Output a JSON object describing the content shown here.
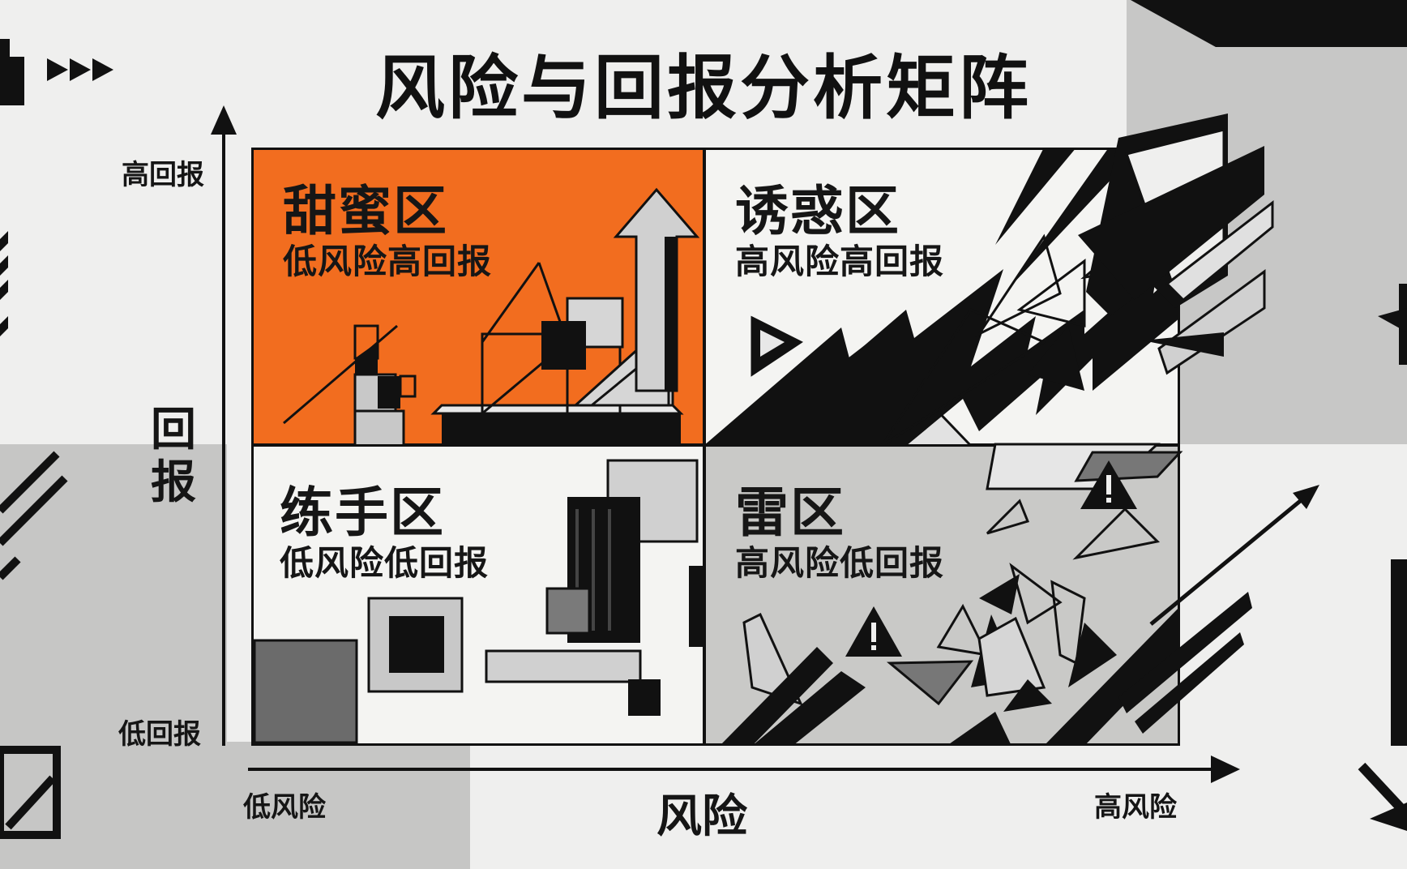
{
  "title": "风险与回报分析矩阵",
  "y_axis": {
    "label_line1": "回",
    "label_line2": "报",
    "top": "高回报",
    "bottom": "低回报"
  },
  "x_axis": {
    "label": "风险",
    "left": "低风险",
    "right": "高风险"
  },
  "quadrants": {
    "top_left": {
      "title": "甜蜜区",
      "subtitle": "低风险高回报",
      "color": "#f26d1f"
    },
    "top_right": {
      "title": "诱惑区",
      "subtitle": "高风险高回报",
      "color": "#f4f4f2"
    },
    "bottom_left": {
      "title": "练手区",
      "subtitle": "低风险低回报",
      "color": "#f4f4f2"
    },
    "bottom_right": {
      "title": "雷区",
      "subtitle": "高风险低回报",
      "color": "#c9c9c7"
    }
  },
  "icons": [
    "warning-icon",
    "arrow-up-icon",
    "arrow-right-icon",
    "triple-chevron-icon"
  ]
}
